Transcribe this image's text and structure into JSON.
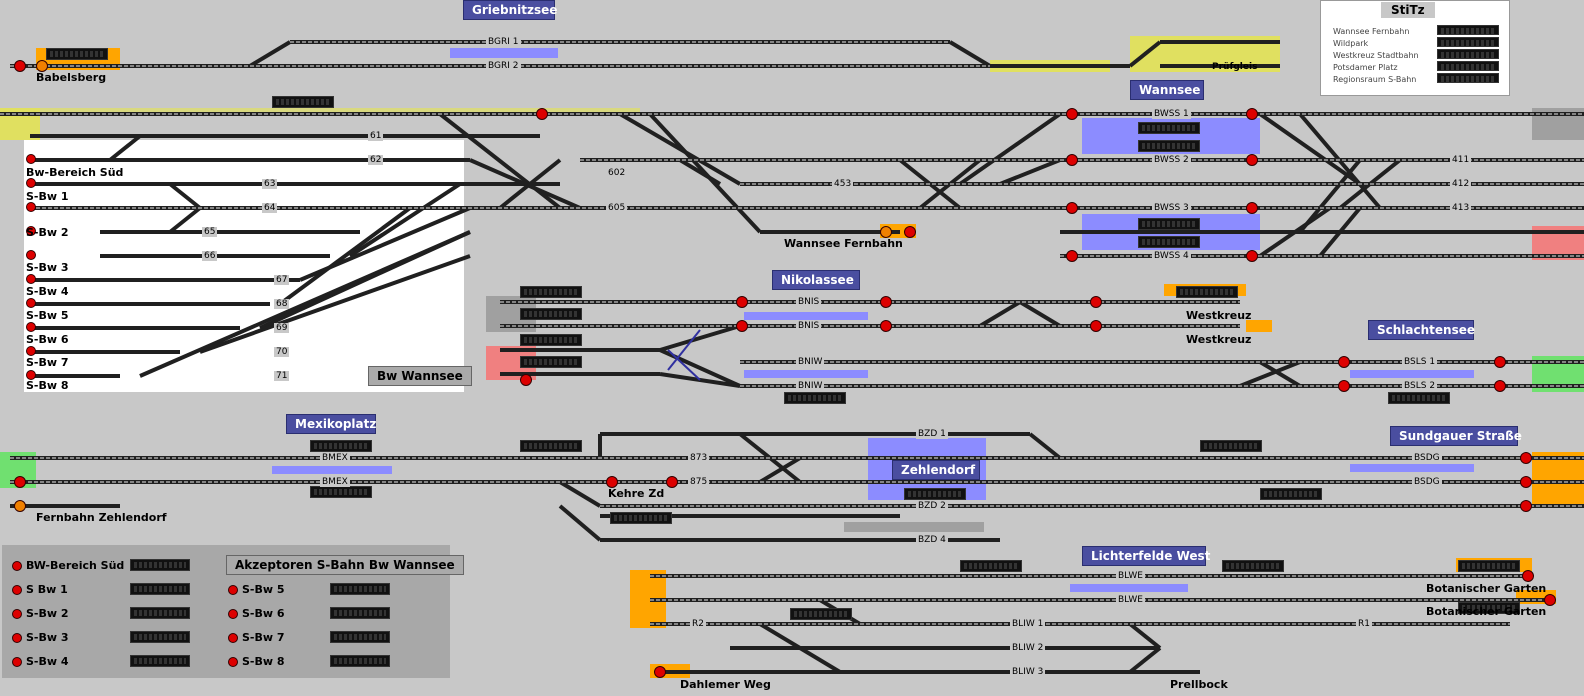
{
  "stations": {
    "griebnitzsee": "Griebnitzsee",
    "wannsee": "Wannsee",
    "nikolassee": "Nikolassee",
    "schlachtensee": "Schlachtensee",
    "mexikoplatz": "Mexikoplatz",
    "zehlendorf": "Zehlendorf",
    "sundgauer": "Sundgauer Straße",
    "lichterfelde": "Lichterfelde West",
    "bw_wannsee": "Bw Wannsee"
  },
  "places": {
    "babelsberg": "Babelsberg",
    "pruefgleis": "Prüfgleis",
    "bw_sued": "Bw-Bereich Süd",
    "sbw1": "S-Bw 1",
    "sbw2": "S-Bw 2",
    "sbw3": "S-Bw 3",
    "sbw4": "S-Bw 4",
    "sbw5": "S-Bw 5",
    "sbw6": "S-Bw 6",
    "sbw7": "S-Bw 7",
    "sbw8": "S-Bw 8",
    "wannsee_fernbahn": "Wannsee Fernbahn",
    "westkreuz1": "Westkreuz",
    "westkreuz2": "Westkreuz",
    "fernbahn_zehlendorf": "Fernbahn Zehlendorf",
    "kehre_zd": "Kehre Zd",
    "botanischer1": "Botanischer Garten",
    "botanischer2": "Botanischer Garten",
    "dahlemer": "Dahlemer Weg",
    "prellbock": "Prellbock"
  },
  "tracks": {
    "bgri1": "BGRI 1",
    "bgri2": "BGRI 2",
    "bwss1": "BWSS 1",
    "bwss2": "BWSS 2",
    "bwss3": "BWSS 3",
    "bwss4": "BWSS 4",
    "bnis1": "BNIS",
    "bnis2": "BNIS",
    "bniw1": "BNIW",
    "bniw2": "BNIW",
    "bsls1": "BSLS 1",
    "bsls2": "BSLS 2",
    "bmex1": "BMEX",
    "bmex2": "BMEX",
    "bzd1": "BZD 1",
    "bzd2": "BZD 2",
    "bzd4": "BZD 4",
    "bsdg1": "BSDG",
    "bsdg2": "BSDG",
    "blwe1": "BLWE",
    "blwe2": "BLWE",
    "bliw1": "BLIW 1",
    "bliw2": "BLIW 2",
    "bliw3": "BLIW 3",
    "t61": "61",
    "t62": "62",
    "t63": "63",
    "t64": "64",
    "t65": "65",
    "t66": "66",
    "t67": "67",
    "t68": "68",
    "t69": "69",
    "t70": "70",
    "t71": "71",
    "t602": "602",
    "t605": "605",
    "t453": "453",
    "t411": "411",
    "t412": "412",
    "t413": "413",
    "t873": "873",
    "t875": "875",
    "r1": "R1",
    "r2": "R2"
  },
  "stitz": {
    "title": "StiTz",
    "rows": [
      "Wannsee Fernbahn",
      "Wildpark",
      "Westkreuz Stadtbahn",
      "Potsdamer Platz",
      "Regionsraum S-Bahn"
    ]
  },
  "legend": {
    "left": [
      "BW-Bereich Süd",
      "S Bw 1",
      "S-Bw 2",
      "S-Bw 3",
      "S-Bw 4"
    ],
    "right_title": "Akzeptoren S-Bahn Bw Wannsee",
    "right": [
      "S-Bw 5",
      "S-Bw 6",
      "S-Bw 7",
      "S-Bw 8"
    ]
  },
  "colors": {
    "background": "#c8c8c8",
    "track": "#202020",
    "platform": "#8c8cff",
    "station_label": "#4a4ea0",
    "signal_red": "#d00000",
    "border_yellow": "#e0e060",
    "border_orange": "#ffa500",
    "border_green": "#70e070",
    "border_pink": "#f08080"
  }
}
